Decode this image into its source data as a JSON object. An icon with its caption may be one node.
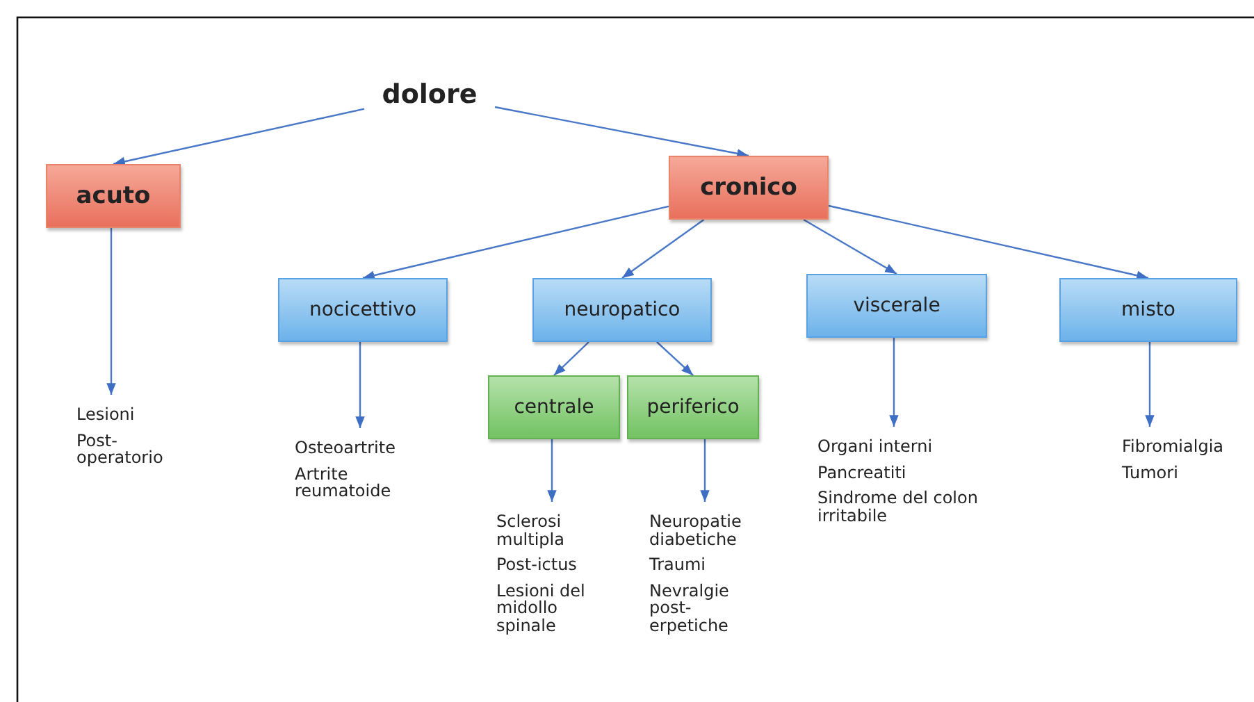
{
  "diagram": {
    "nodes": [
      {
        "text": [
          "dolore"
        ]
      },
      {
        "text": [
          "acuto"
        ]
      },
      {
        "text": [
          "cronico"
        ]
      },
      {
        "text": [
          "nocicettivo"
        ]
      },
      {
        "text": [
          "neuropatico"
        ]
      },
      {
        "text": [
          "viscerale"
        ]
      },
      {
        "text": [
          "misto"
        ]
      },
      {
        "text": [
          "centrale"
        ]
      },
      {
        "text": [
          "periferico"
        ]
      },
      {
        "text": [
          "Lesioni",
          "Post- operatorio"
        ]
      },
      {
        "text": [
          "Osteoartrite",
          "Artrite reumatoide"
        ]
      },
      {
        "text": [
          "Sclerosi multipla",
          "Post-ictus",
          "Lesioni del midollo spinale"
        ]
      },
      {
        "text": [
          "Neuropatie diabetiche",
          "Traumi",
          "Nevralgie post- erpetiche"
        ]
      },
      {
        "text": [
          "Organi interni",
          "Pancreatiti",
          "Sindrome del colon irritabile"
        ]
      },
      {
        "text": [
          "Fibromialgia",
          "Tumori"
        ]
      }
    ],
    "edges": [
      {
        "from": 0,
        "to": 1,
        "arrow": "to"
      },
      {
        "from": 0,
        "to": 2,
        "arrow": "to"
      },
      {
        "from": 2,
        "to": 3,
        "arrow": "to"
      },
      {
        "from": 2,
        "to": 4,
        "arrow": "to"
      },
      {
        "from": 2,
        "to": 5,
        "arrow": "to"
      },
      {
        "from": 2,
        "to": 6,
        "arrow": "to"
      },
      {
        "from": 4,
        "to": 7,
        "arrow": "to"
      },
      {
        "from": 4,
        "to": 8,
        "arrow": "to"
      },
      {
        "from": 1,
        "to": 9,
        "arrow": "to"
      },
      {
        "from": 3,
        "to": 10,
        "arrow": "to"
      },
      {
        "from": 7,
        "to": 11,
        "arrow": "to"
      },
      {
        "from": 8,
        "to": 12,
        "arrow": "to"
      },
      {
        "from": 5,
        "to": 13,
        "arrow": "to"
      },
      {
        "from": 6,
        "to": 14,
        "arrow": "to"
      }
    ]
  }
}
